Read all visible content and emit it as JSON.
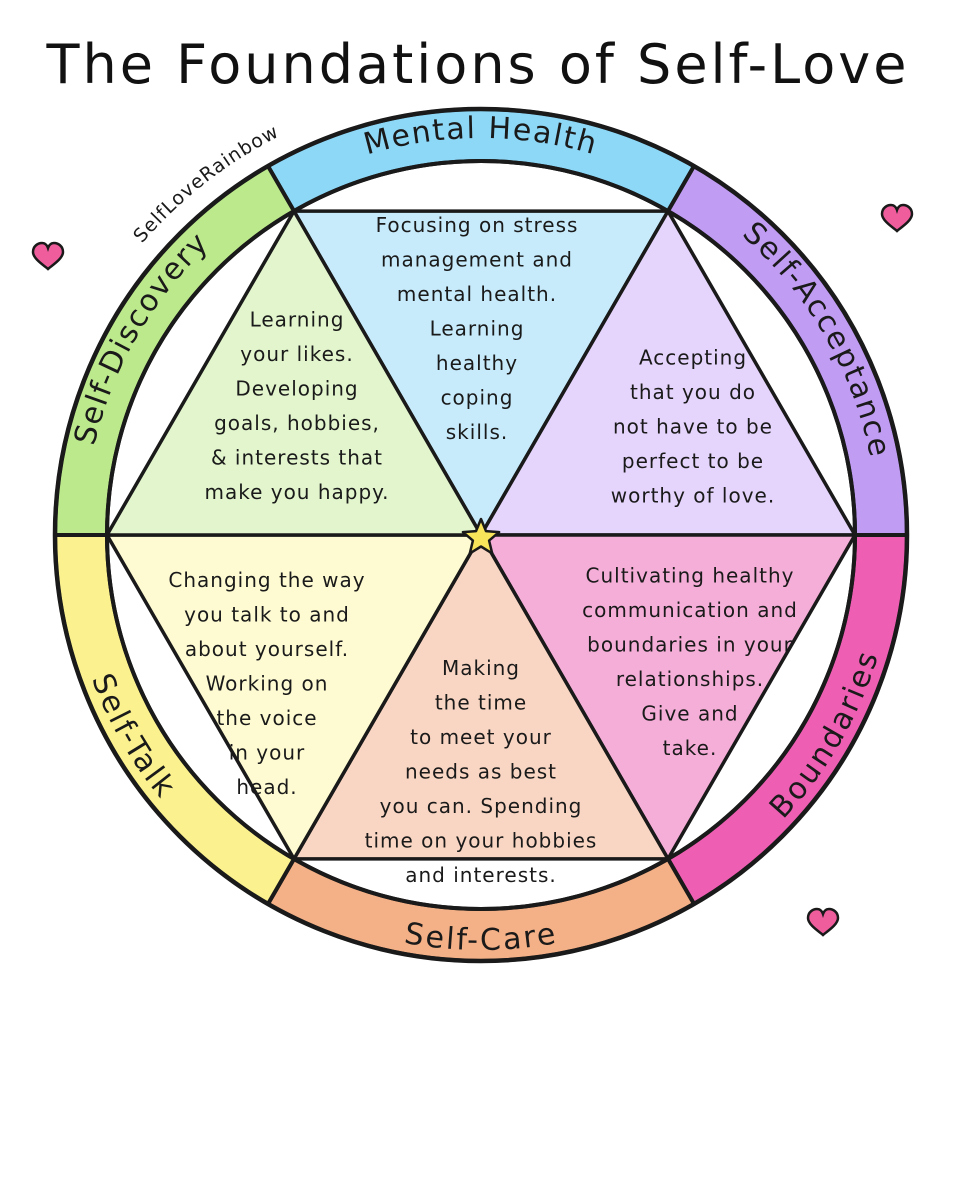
{
  "title": "The Foundations of Self-Love",
  "credit": "SelfLoveRainbow",
  "colors": {
    "outline": "#1a1a1a",
    "heart": "#ef5d9c",
    "star": "#f9e55a"
  },
  "segments": [
    {
      "label": "Mental Health",
      "ring_color": "#8dd7f7",
      "fill_color": "#c7ebfb",
      "lines": [
        "Focusing on stress",
        "management and",
        "mental health.",
        "Learning",
        "healthy",
        "coping",
        "skills."
      ]
    },
    {
      "label": "Self-Acceptance",
      "ring_color": "#c19cf3",
      "fill_color": "#e5d4fb",
      "lines": [
        "Accepting",
        "that you do",
        "not have to be",
        "perfect to be",
        "worthy of love."
      ]
    },
    {
      "label": "Boundaries",
      "ring_color": "#ee5fb3",
      "fill_color": "#f5aed8",
      "lines": [
        "Cultivating healthy",
        "communication and",
        "boundaries in your",
        "relationships.",
        "Give and",
        "take."
      ]
    },
    {
      "label": "Self-Care",
      "ring_color": "#f4b086",
      "fill_color": "#f9d6c3",
      "lines": [
        "Making",
        "the time",
        "to meet your",
        "needs as best",
        "you can. Spending",
        "time on your hobbies",
        "and interests."
      ]
    },
    {
      "label": "Self-Talk",
      "ring_color": "#fbf28f",
      "fill_color": "#fefbd2",
      "lines": [
        "Changing the way",
        "you talk to and",
        "about yourself.",
        "Working on",
        "the voice",
        "in your",
        "head."
      ]
    },
    {
      "label": "Self-Discovery",
      "ring_color": "#bde98d",
      "fill_color": "#e2f5cd",
      "lines": [
        "Learning",
        "your likes.",
        "Developing",
        "goals, hobbies,",
        "& interests that",
        "make you happy."
      ]
    }
  ]
}
